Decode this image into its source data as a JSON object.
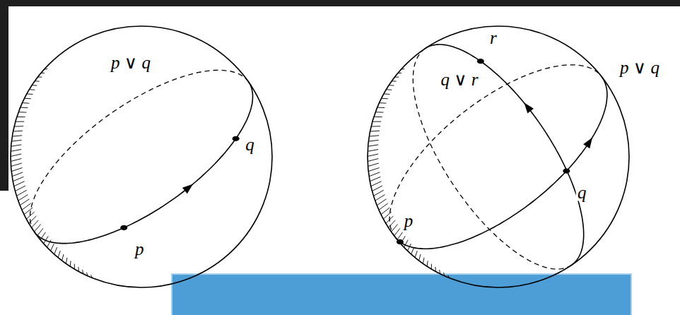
{
  "diagram": {
    "labels": [
      "p ∨ q",
      "q",
      "p",
      "r",
      "q ∨ r",
      "p ∨ q",
      "q",
      "p"
    ]
  }
}
